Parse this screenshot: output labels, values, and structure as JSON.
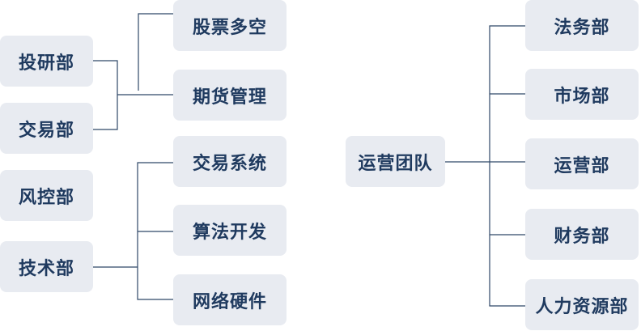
{
  "left_departments": {
    "research": "投研部",
    "trading": "交易部",
    "risk": "风控部",
    "tech": "技术部"
  },
  "left_sub": {
    "long_short": "股票多空",
    "futures": "期货管理",
    "trade_system": "交易系统",
    "algo_dev": "算法开发",
    "network_hw": "网络硬件"
  },
  "operations": {
    "team": "运营团队",
    "legal": "法务部",
    "marketing": "市场部",
    "ops": "运营部",
    "finance": "财务部",
    "hr": "人力资源部"
  }
}
